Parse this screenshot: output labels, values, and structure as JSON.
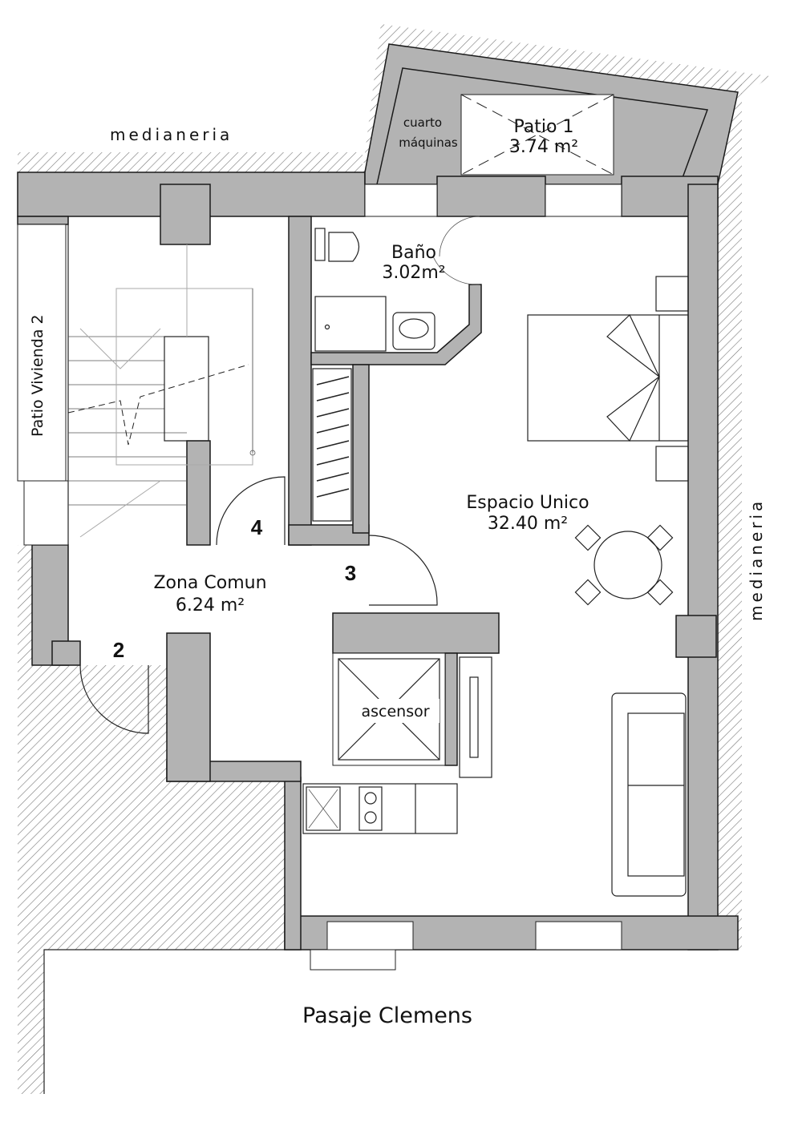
{
  "plan": {
    "neighbors": {
      "top": "medianeria",
      "right": "medianeria"
    },
    "street": "Pasaje Clemens",
    "rooms": {
      "patio1": {
        "name": "Patio 1",
        "area": "3.74 m²"
      },
      "cuarto": {
        "line1": "cuarto",
        "line2": "máquinas"
      },
      "bano": {
        "name": "Baño",
        "area": "3.02m²"
      },
      "espacio": {
        "name": "Espacio Unico",
        "area": "32.40 m²"
      },
      "zona": {
        "name": "Zona Comun",
        "area": "6.24 m²"
      },
      "ascensor": {
        "name": "ascensor"
      },
      "patio_vivienda": {
        "name": "Patio Vivienda 2"
      }
    },
    "doors": [
      "2",
      "3",
      "4"
    ],
    "colors": {
      "wall": "#b3b3b3",
      "line": "#1a1a1a",
      "hatch": "#555555"
    }
  }
}
